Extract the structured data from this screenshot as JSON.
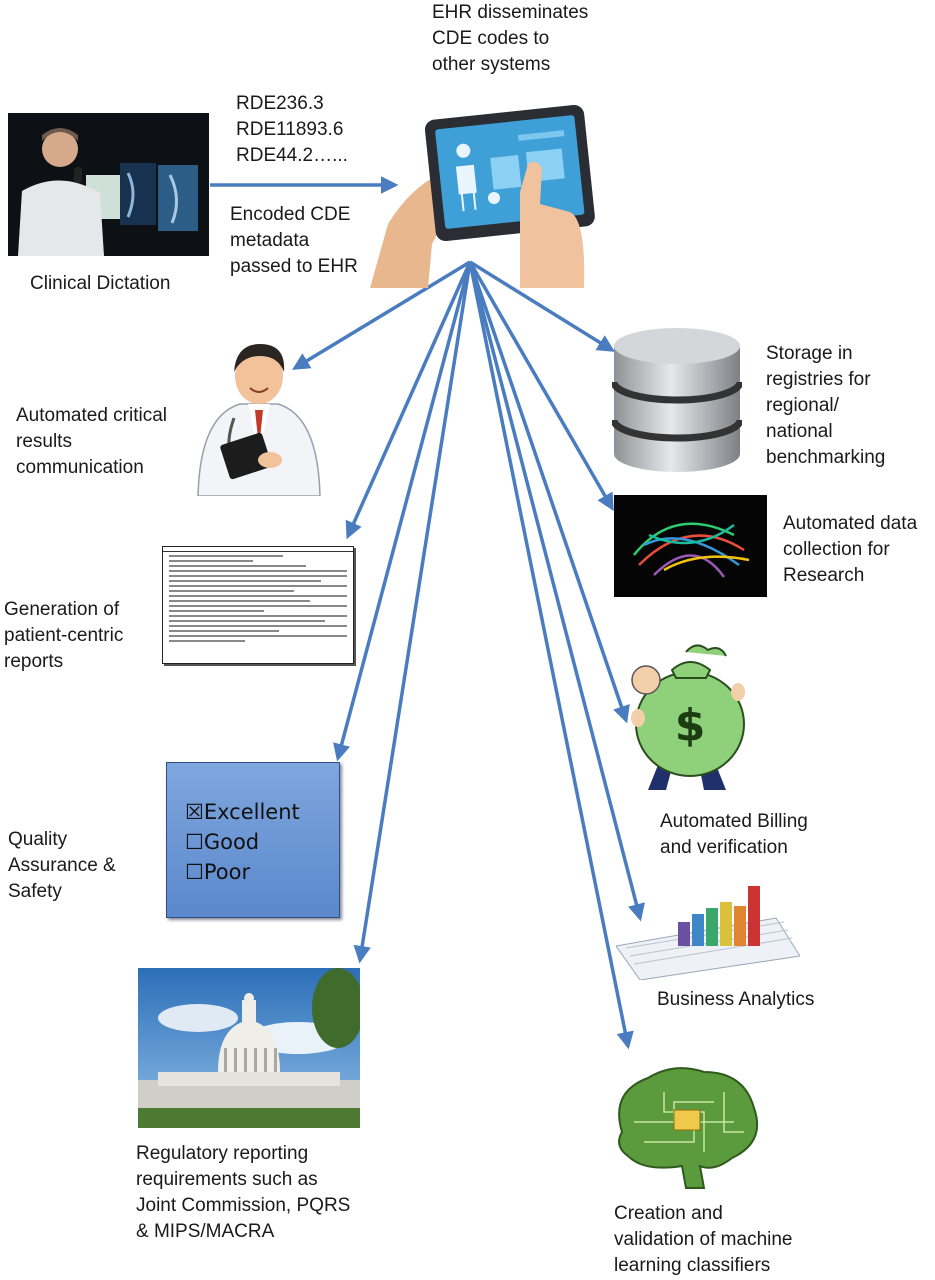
{
  "dictation": {
    "label": "Clinical Dictation",
    "codes": "RDE236.3\nRDE11893.6\nRDE44.2…...",
    "encoded_label": "Encoded CDE\nmetadata\npassed to EHR"
  },
  "ehr": {
    "label": "EHR disseminates\nCDE codes to\nother systems"
  },
  "left_outputs": {
    "critical": "Automated critical\nresults\ncommunication",
    "reports": "Generation of\npatient-centric\nreports",
    "quality": "Quality\nAssurance &\nSafety",
    "regulatory": "Regulatory reporting\nrequirements such as\nJoint Commission, PQRS\n& MIPS/MACRA"
  },
  "right_outputs": {
    "storage": "Storage in\nregistries for\nregional/\nnational\nbenchmarking",
    "research": "Automated data\ncollection for\nResearch",
    "billing": "Automated Billing\nand verification",
    "analytics": "Business Analytics",
    "ml": "Creation and\nvalidation of machine\nlearning classifiers"
  },
  "quality_box": {
    "items": [
      {
        "mark": "☒",
        "text": "Excellent"
      },
      {
        "mark": "☐",
        "text": "Good"
      },
      {
        "mark": "☐",
        "text": "Poor"
      }
    ]
  },
  "colors": {
    "arrow": "#4a7cc0",
    "qa_box": "#6b96d6",
    "money_bag": "#8fd07a",
    "brain": "#5c9a3e"
  }
}
